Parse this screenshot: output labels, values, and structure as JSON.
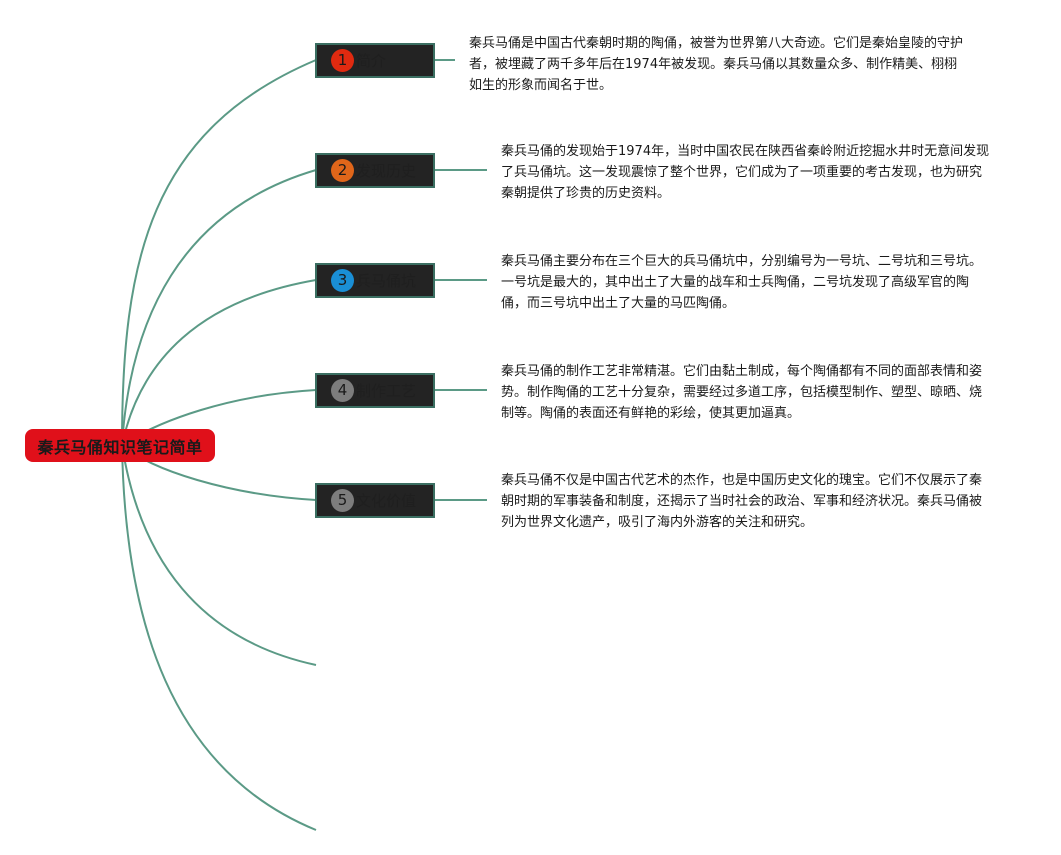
{
  "root": {
    "label": "秦兵马俑知识笔记简单",
    "color": "#e0101a"
  },
  "connector_color": "#5b9a86",
  "topic_box_color": "#232323",
  "topics": [
    {
      "number": "1",
      "label": "简介",
      "badge_color": "#e02a10",
      "description": "秦兵马俑是中国古代秦朝时期的陶俑，被誉为世界第八大奇迹。它们是秦始皇陵的守护者，被埋藏了两千多年后在1974年被发现。秦兵马俑以其数量众多、制作精美、栩栩如生的形象而闻名于世。"
    },
    {
      "number": "2",
      "label": "发现历史",
      "badge_color": "#e0661a",
      "description": "秦兵马俑的发现始于1974年，当时中国农民在陕西省秦岭附近挖掘水井时无意间发现了兵马俑坑。这一发现震惊了整个世界，它们成为了一项重要的考古发现，也为研究秦朝提供了珍贵的历史资料。"
    },
    {
      "number": "3",
      "label": "兵马俑坑",
      "badge_color": "#1a8fd6",
      "description": "秦兵马俑主要分布在三个巨大的兵马俑坑中，分别编号为一号坑、二号坑和三号坑。一号坑是最大的，其中出土了大量的战车和士兵陶俑，二号坑发现了高级军官的陶俑，而三号坑中出土了大量的马匹陶俑。"
    },
    {
      "number": "4",
      "label": "制作工艺",
      "badge_color": "#7d7d7d",
      "description": "秦兵马俑的制作工艺非常精湛。它们由黏土制成，每个陶俑都有不同的面部表情和姿势。制作陶俑的工艺十分复杂，需要经过多道工序，包括模型制作、塑型、晾晒、烧制等。陶俑的表面还有鲜艳的彩绘，使其更加逼真。"
    },
    {
      "number": "5",
      "label": "文化价值",
      "badge_color": "#7d7d7d",
      "description": "秦兵马俑不仅是中国古代艺术的杰作，也是中国历史文化的瑰宝。它们不仅展示了秦朝时期的军事装备和制度，还揭示了当时社会的政治、军事和经济状况。秦兵马俑被列为世界文化遗产，吸引了海内外游客的关注和研究。"
    }
  ]
}
